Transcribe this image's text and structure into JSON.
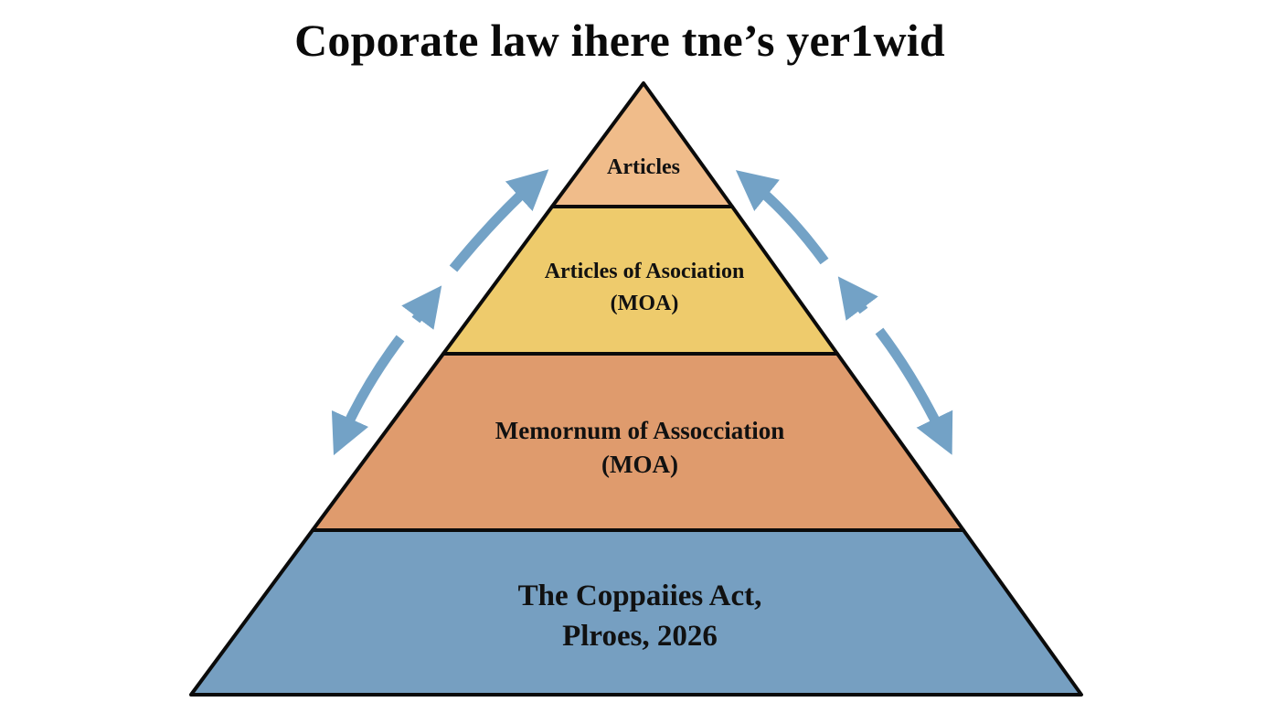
{
  "title": "Coporate law ihere tne’s yer1wid",
  "colors": {
    "outline": "#0b0b0b",
    "arrow": "#73a2c6",
    "layer_top": "#f0bc8a",
    "layer_2": "#eecb6c",
    "layer_3": "#df9b6d",
    "layer_base": "#769fc1",
    "background": "#ffffff"
  },
  "pyramid": {
    "layers": [
      {
        "id": "top",
        "lines": [
          "Articles"
        ]
      },
      {
        "id": "level-2",
        "lines": [
          "Articles of Asociation",
          "(MOA)"
        ]
      },
      {
        "id": "level-3",
        "lines": [
          "Memornum of Assocciation",
          "(MOA)"
        ]
      },
      {
        "id": "base",
        "lines": [
          "The Coppaiies Act,",
          "Plroes, 2026"
        ]
      }
    ]
  },
  "arrows": {
    "left": {
      "direction": "bidirectional",
      "description": "curved double-headed arrow along left side, with a short up-arrow segment in the middle"
    },
    "right": {
      "direction": "bidirectional",
      "description": "curved double-headed arrow along right side, with a short up-arrow segment in the middle"
    }
  }
}
